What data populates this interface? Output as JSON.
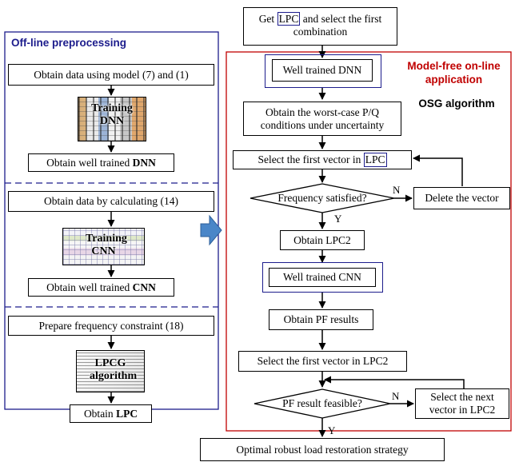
{
  "offline": {
    "title": "Off-line preprocessing",
    "step1": "Obtain data using model (7) and (1)",
    "training_dnn": "Training DNN",
    "obtain_dnn_prefix": "Obtain well trained ",
    "obtain_dnn_bold": "DNN",
    "step2": "Obtain data by calculating (14)",
    "training_cnn": "Training CNN",
    "obtain_cnn_prefix": "Obtain well trained ",
    "obtain_cnn_bold": "CNN",
    "step3": "Prepare frequency constraint (18)",
    "lpcg": "LPCG algorithm",
    "obtain_lpc_prefix": "Obtain ",
    "obtain_lpc_bold": "LPC"
  },
  "online": {
    "start_part1": "Get ",
    "start_lpc": "LPC",
    "start_part2": " and select the first combination",
    "title_line1": "Model-free on-line",
    "title_line2": "application",
    "osg": "OSG algorithm",
    "well_dnn": "Well trained DNN",
    "worst_case": "Obtain the worst-case P/Q conditions under uncertainty",
    "select_vec_part1": "Select the first vector in ",
    "select_vec_lpc": "LPC",
    "freq_q": "Frequency satisfied?",
    "delete": "Delete the vector",
    "obtain_lpc2": "Obtain LPC2",
    "well_cnn": "Well trained CNN",
    "pf_results": "Obtain PF results",
    "select_lpc2": "Select the first vector in LPC2",
    "pf_q": "PF result feasible?",
    "select_next": "Select the next vector in LPC2",
    "final": "Optimal robust load restoration strategy",
    "yes": "Y",
    "no": "N"
  },
  "colors": {
    "blue_border": "#1c1c8c",
    "red_border": "#c00000",
    "red_text": "#c00000",
    "arrow_blue": "#4a86c8"
  }
}
